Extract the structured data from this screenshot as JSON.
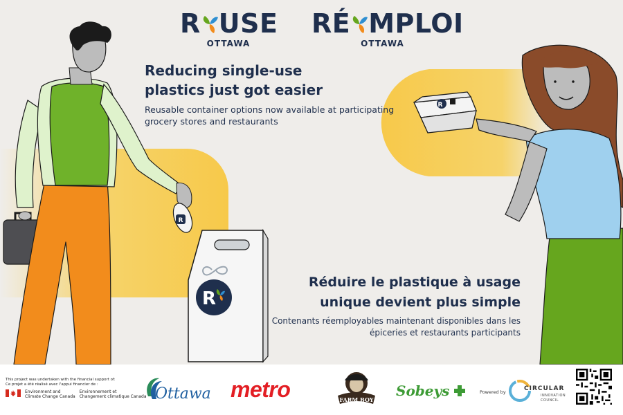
{
  "logos": {
    "reuse": {
      "word_left": "R",
      "word_right": "USE",
      "sub": "OTTAWA"
    },
    "remploi": {
      "word_left": "RÉ",
      "word_right": "MPLOI",
      "sub": "OTTAWA"
    }
  },
  "english": {
    "headline_line1": "Reducing single-use",
    "headline_line2": "plastics just got easier",
    "subline_line1": "Reusable container options now available at participating",
    "subline_line2": "grocery stores and restaurants"
  },
  "french": {
    "headline_line1": "Réduire le plastique à usage",
    "headline_line2": "unique devient plus simple",
    "subline_line1": "Contenants réemployables maintenant disponibles dans les",
    "subline_line2": "épiceries et restaurants participants"
  },
  "illustration": {
    "bin_letter": "R",
    "container_letter": "R",
    "cup_letter": "R"
  },
  "footer": {
    "funding_en": "This project was undertaken with the financial support of:",
    "funding_fr": "Ce projet a été réalisé avec l'appui financier de :",
    "dept_en_1": "Environment and",
    "dept_en_2": "Climate Change Canada",
    "dept_fr_1": "Environnement et",
    "dept_fr_2": "Changement climatique Canada",
    "ottawa": "Ottawa",
    "metro": "metro",
    "farmboy": "FARM BOY",
    "sobeys": "Sobeys",
    "powered_by": "Powered by",
    "circular_1": "CIRCULAR",
    "circular_2": "INNOVATION",
    "circular_3": "COUNCIL"
  },
  "colors": {
    "navy": "#1f2f4d",
    "yellow": "#f6c64a",
    "green": "#66a61e",
    "orange": "#f28c1c",
    "blue": "#9fd0ee",
    "hair_dark": "#1b1b1b",
    "hair_brown": "#8a4b2a",
    "metro_red": "#e31e24",
    "sobeys_green": "#3d9b35"
  }
}
